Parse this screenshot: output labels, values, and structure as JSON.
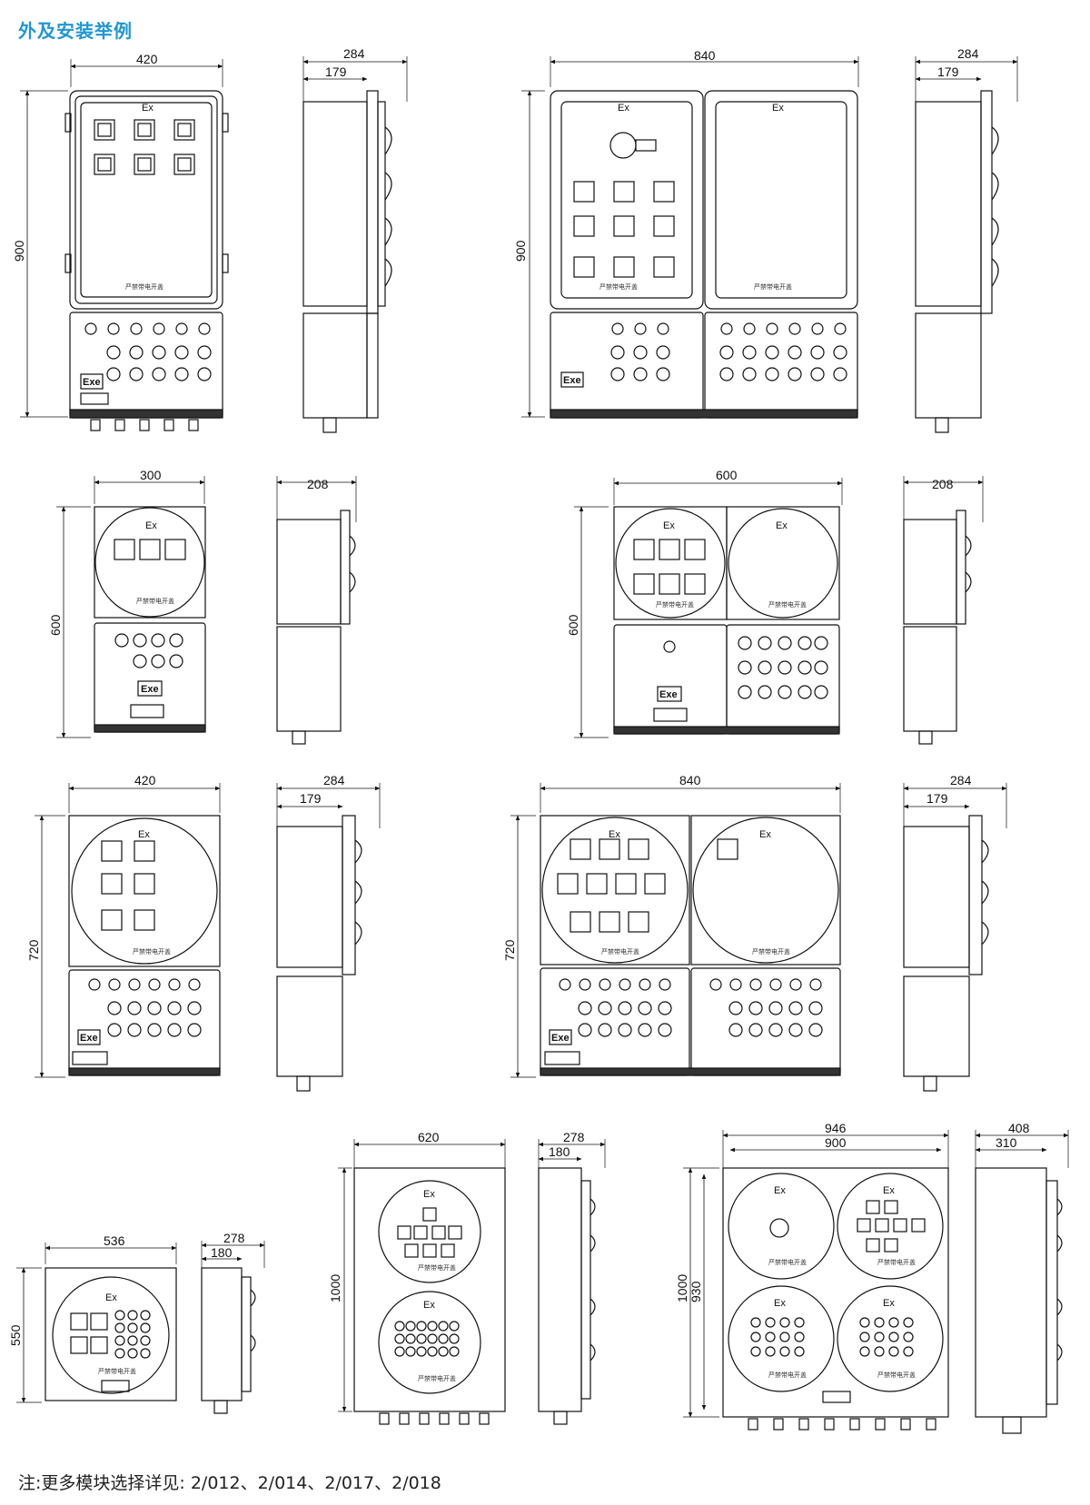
{
  "page": {
    "title": "外及安装举例",
    "note": "注:更多模块选择详见: 2/012、2/014、2/017、2/018"
  },
  "labels": {
    "ex": "Ex",
    "exe": "Exe",
    "warning": "严禁带电开盖"
  },
  "dimensions": {
    "r1_front_a_w": "420",
    "r1_front_a_h": "900",
    "r1_side_a_d": "284",
    "r1_side_a_d2": "179",
    "r1_front_b_w": "840",
    "r1_front_b_h": "900",
    "r1_side_b_d": "284",
    "r1_side_b_d2": "179",
    "r2_front_a_w": "300",
    "r2_front_a_h": "600",
    "r2_side_a_d": "208",
    "r2_front_b_w": "600",
    "r2_front_b_h": "600",
    "r2_side_b_d": "208",
    "r3_front_a_w": "420",
    "r3_front_a_h": "720",
    "r3_side_a_d": "284",
    "r3_side_a_d2": "179",
    "r3_front_b_w": "840",
    "r3_front_b_h": "720",
    "r3_side_b_d": "284",
    "r3_side_b_d2": "179",
    "r4_front_a_w": "536",
    "r4_front_a_h": "550",
    "r4_side_a_d": "278",
    "r4_side_a_d2": "180",
    "r4_front_b_w": "620",
    "r4_front_b_h": "1000",
    "r4_side_b_d": "278",
    "r4_side_b_d2": "180",
    "r4_front_c_w": "946",
    "r4_front_c_w2": "900",
    "r4_front_c_h": "1000",
    "r4_front_c_h2": "930",
    "r4_side_c_d": "408",
    "r4_side_c_d2": "310"
  }
}
